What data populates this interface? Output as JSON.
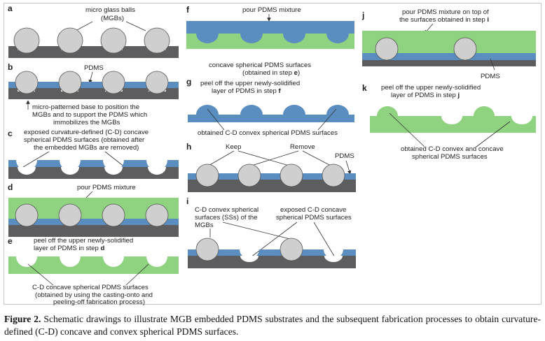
{
  "colors": {
    "base": "#5d5d5f",
    "pdms_blue": "#5b8ec0",
    "pdms_green": "#8fd27f",
    "ball": "#cfcfcf",
    "ball_stroke": "#555555"
  },
  "panels": {
    "a": {
      "letter": "a",
      "labels": [
        "micro glass balls",
        "(MGBs)"
      ]
    },
    "b": {
      "letter": "b",
      "labels": [
        "PDMS",
        "micro-patterned base to position the",
        "MGBs and to support the PDMS which",
        "immobilizes the MGBs"
      ]
    },
    "c": {
      "letter": "c",
      "labels": [
        "exposed curvature-defined (C-D) concave",
        "spherical PDMS surfaces (obtained after",
        "the embedded MGBs are removed)"
      ]
    },
    "d": {
      "letter": "d",
      "labels": [
        "pour PDMS mixture"
      ]
    },
    "e": {
      "letter": "e",
      "labels": [
        "peel off the upper newly-solidified",
        "layer of PDMS in step ",
        "d",
        "C-D concave spherical PDMS surfaces",
        "(obtained by using the casting-onto and",
        "peeling-off fabrication process)"
      ]
    },
    "f": {
      "letter": "f",
      "labels": [
        "pour PDMS mixture",
        "concave spherical PDMS surfaces",
        "(obtained in step ",
        "e",
        ")"
      ]
    },
    "g": {
      "letter": "g",
      "labels": [
        "peel off the upper newly-solidified",
        "layer of PDMS in step ",
        "f",
        "obtained C-D convex spherical PDMS surfaces"
      ]
    },
    "h": {
      "letter": "h",
      "labels": [
        "Keep",
        "Remove",
        "PDMS"
      ]
    },
    "i": {
      "letter": "i",
      "labels": [
        "C-D convex spherical",
        "surfaces (SSs) of the",
        "MGBs",
        "exposed C-D concave",
        "spherical PDMS surfaces"
      ]
    },
    "j": {
      "letter": "j",
      "labels": [
        "pour PDMS mixture on top of",
        "the surfaces obtained in step ",
        "i",
        "PDMS"
      ]
    },
    "k": {
      "letter": "k",
      "labels": [
        "peel off the upper newly-solidified",
        "layer of PDMS in step ",
        "j",
        "obtained C-D convex and concave",
        "spherical PDMS surfaces"
      ]
    }
  },
  "caption": {
    "label": "Figure 2.",
    "text": " Schematic drawings to illustrate MGB embedded PDMS substrates and the subsequent fabrication processes to obtain curvature-defined (C-D) concave and convex spherical PDMS surfaces."
  }
}
